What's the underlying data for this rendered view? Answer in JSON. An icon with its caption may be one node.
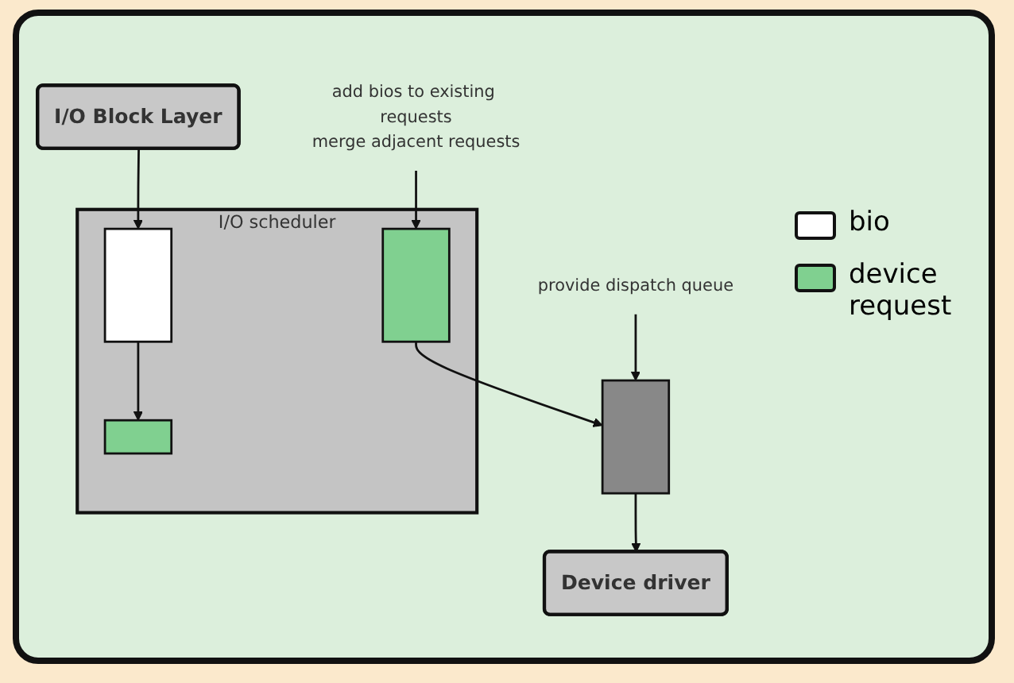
{
  "diagram": {
    "nodes": [
      {
        "text": [
          "I/O Block Layer"
        ]
      },
      {
        "text": [
          "I/O scheduler"
        ]
      },
      {
        "text": [],
        "shape": "bar",
        "in": 1
      },
      {
        "text": [],
        "shape": "box",
        "in": 1
      },
      {
        "text": [],
        "shape": "bar",
        "in": 1
      },
      {
        "text": [],
        "shape": "bar"
      },
      {
        "text": [
          "Device driver"
        ]
      },
      {
        "text": [
          "add bios to existing requests",
          "merge adjacent requests"
        ]
      },
      {
        "text": [
          "provide dispatch queue"
        ]
      }
    ],
    "edges": [
      {
        "from": 0,
        "to": 2,
        "arrow": "to"
      },
      {
        "from": 2,
        "to": 3,
        "arrow": "to"
      },
      {
        "from": 7,
        "to": 4,
        "arrow": "to"
      },
      {
        "from": 4,
        "to": 5,
        "arrow": "to"
      },
      {
        "from": 8,
        "to": 5,
        "arrow": "to"
      },
      {
        "from": 5,
        "to": 6,
        "arrow": "to"
      }
    ],
    "legend": [
      {
        "text": "bio",
        "color": "#ffffff"
      },
      {
        "text": "device request",
        "color": "#80d090"
      }
    ]
  }
}
